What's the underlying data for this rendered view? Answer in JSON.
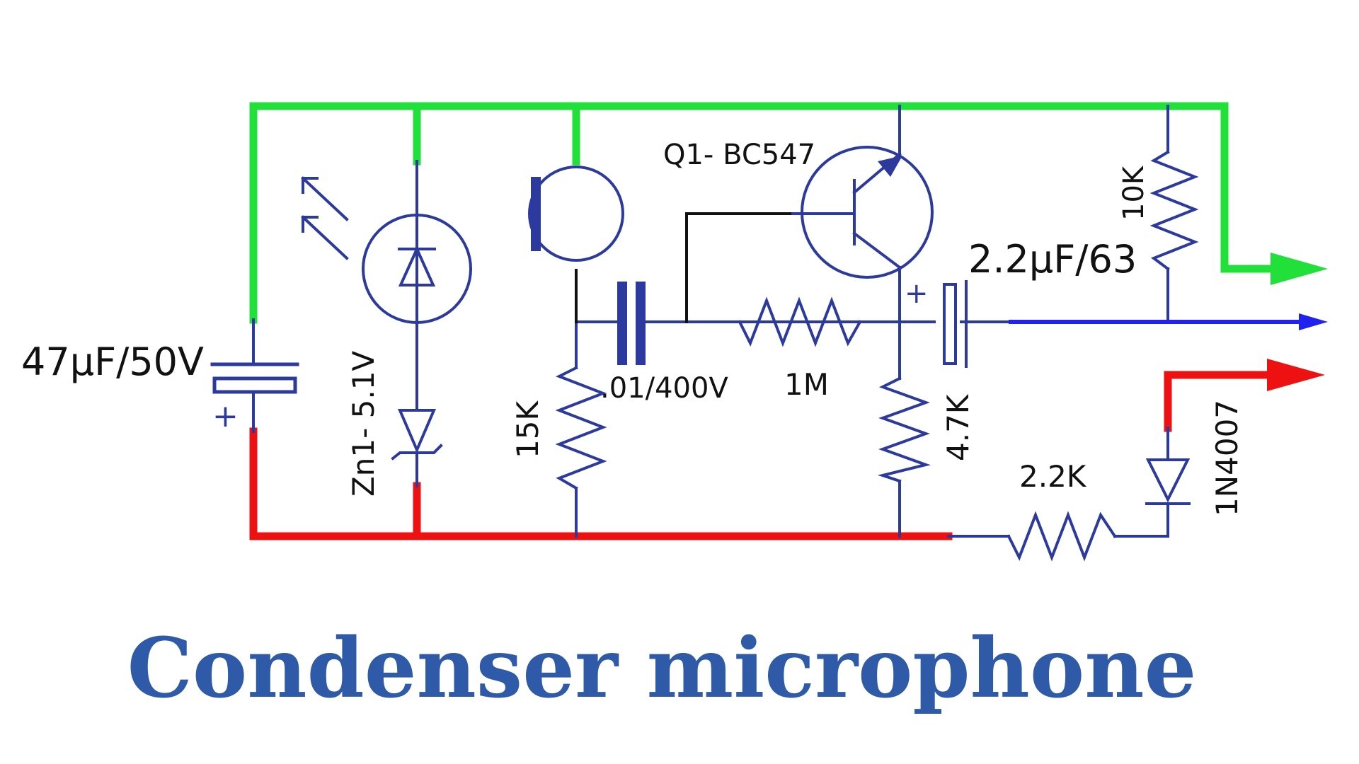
{
  "title": "Condenser microphone",
  "labels": {
    "c_supply": "47µF/50V",
    "plus_supply": "+",
    "zener": "Zn1- 5.1V",
    "transistor": "Q1- BC547",
    "c_coupling": ".01/400V",
    "r_15k": "15K",
    "r_1m": "1M",
    "r_4k7": "4.7K",
    "c_output": "2.2µF/63",
    "plus_output": "+",
    "r_10k": "10K",
    "r_2k2": "2.2K",
    "diode": "1N4007"
  },
  "colors": {
    "positive_rail": "#22e03a",
    "negative_rail": "#ee1111",
    "signal_line": "#2222ee",
    "component": "#2b3a9c",
    "base_wire": "#111111",
    "title": "#2e5aa8"
  }
}
